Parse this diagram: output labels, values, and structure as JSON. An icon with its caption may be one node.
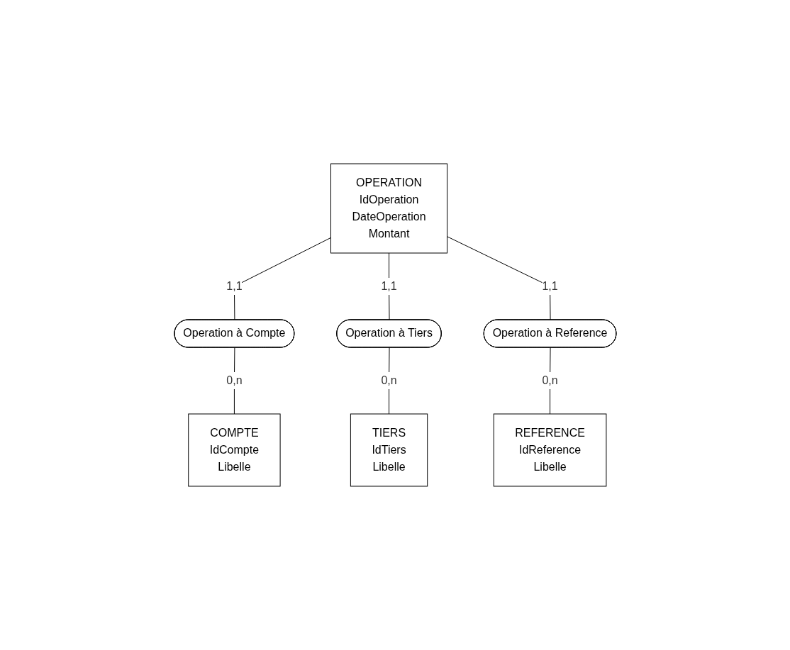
{
  "diagram": {
    "nodes": [
      {
        "text": [
          "OPERATION",
          "IdOperation",
          "DateOperation",
          "Montant"
        ]
      },
      {
        "text": [
          "Operation à Compte"
        ]
      },
      {
        "text": [
          "Operation à Tiers"
        ]
      },
      {
        "text": [
          "Operation à Reference"
        ]
      },
      {
        "text": [
          "COMPTE",
          "IdCompte",
          "Libelle"
        ]
      },
      {
        "text": [
          "TIERS",
          "IdTiers",
          "Libelle"
        ]
      },
      {
        "text": [
          "REFERENCE",
          "IdReference",
          "Libelle"
        ]
      }
    ],
    "edges": [
      {
        "from": 0,
        "to": 1,
        "arrow": "none",
        "label": "1,1"
      },
      {
        "from": 0,
        "to": 2,
        "arrow": "none",
        "label": "1,1"
      },
      {
        "from": 0,
        "to": 3,
        "arrow": "none",
        "label": "1,1"
      },
      {
        "from": 1,
        "to": 4,
        "arrow": "none",
        "label": "0,n"
      },
      {
        "from": 2,
        "to": 5,
        "arrow": "none",
        "label": "0,n"
      },
      {
        "from": 3,
        "to": 6,
        "arrow": "none",
        "label": "0,n"
      }
    ]
  }
}
